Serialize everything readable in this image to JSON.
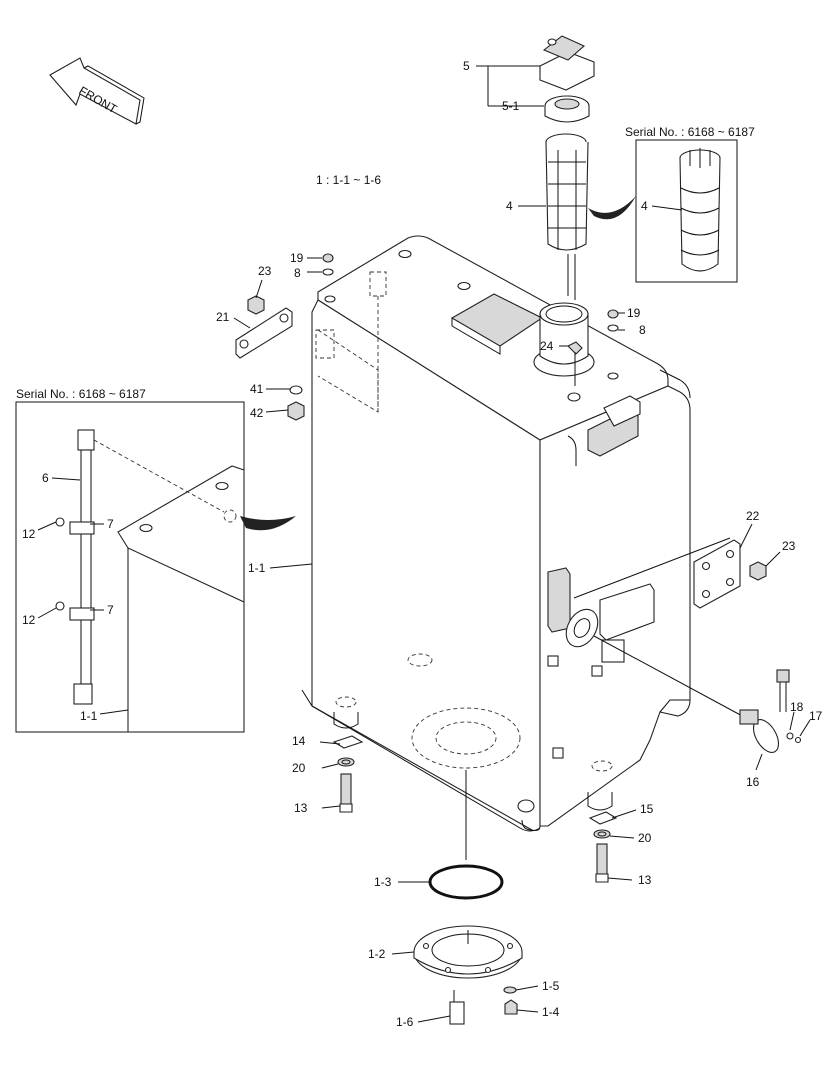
{
  "header": {
    "front_label": "FRONT",
    "assembly_note": "1 : 1-1 ~ 1-6"
  },
  "insets": {
    "top_right_serial": "Serial No. : 6168 ~ 6187",
    "left_serial": "Serial No. : 6168 ~ 6187"
  },
  "callouts": {
    "c5": "5",
    "c5_1": "5-1",
    "c4": "4",
    "c4_inset": "4",
    "c19a": "19",
    "c8a": "8",
    "c23a": "23",
    "c21": "21",
    "c19b": "19",
    "c8b": "8",
    "c24": "24",
    "c41": "41",
    "c42": "42",
    "c6": "6",
    "c7a": "7",
    "c12a": "12",
    "c7b": "7",
    "c12b": "12",
    "c1_1_inset": "1-1",
    "c1_1": "1-1",
    "c22": "22",
    "c23b": "23",
    "c18": "18",
    "c17": "17",
    "c16": "16",
    "c14": "14",
    "c20a": "20",
    "c13a": "13",
    "c15": "15",
    "c20b": "20",
    "c13b": "13",
    "c1_3": "1-3",
    "c1_2": "1-2",
    "c1_5": "1-5",
    "c1_4": "1-4",
    "c1_6": "1-6"
  }
}
